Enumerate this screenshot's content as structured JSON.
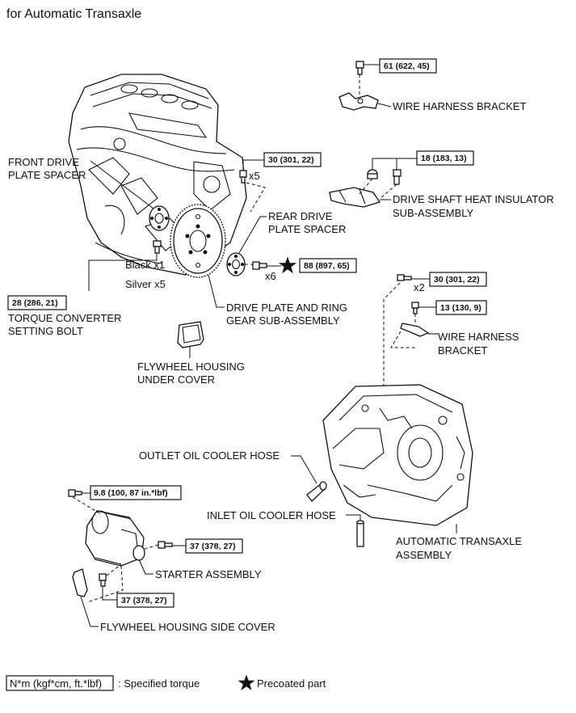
{
  "title": "for Automatic Transaxle",
  "labels": {
    "front_drive_plate_spacer": [
      "FRONT DRIVE",
      "PLATE SPACER"
    ],
    "wire_harness_bracket_top": [
      "WIRE HARNESS BRACKET"
    ],
    "drive_shaft_heat_insulator": [
      "DRIVE SHAFT HEAT INSULATOR",
      "SUB-ASSEMBLY"
    ],
    "rear_drive_plate_spacer": [
      "REAR DRIVE",
      "PLATE SPACER"
    ],
    "torque_converter_setting_bolt": [
      "TORQUE CONVERTER",
      "SETTING BOLT"
    ],
    "drive_plate_ring_gear": [
      "DRIVE PLATE AND RING",
      "GEAR SUB-ASSEMBLY"
    ],
    "wire_harness_bracket_mid": [
      "WIRE HARNESS",
      "BRACKET"
    ],
    "flywheel_housing_under_cover": [
      "FLYWHEEL HOUSING",
      "UNDER COVER"
    ],
    "outlet_oil_cooler_hose": [
      "OUTLET OIL COOLER HOSE"
    ],
    "inlet_oil_cooler_hose": [
      "INLET OIL COOLER HOSE"
    ],
    "automatic_transaxle_assembly": [
      "AUTOMATIC TRANSAXLE",
      "ASSEMBLY"
    ],
    "starter_assembly": [
      "STARTER ASSEMBLY"
    ],
    "flywheel_housing_side_cover": [
      "FLYWHEEL HOUSING SIDE COVER"
    ]
  },
  "quantities": {
    "x5": "x5",
    "x6": "x6",
    "x2": "x2",
    "black_x1": "Black x1",
    "silver_x5": "Silver x5"
  },
  "torques": {
    "t61": "61 (622, 45)",
    "t30a": "30 (301, 22)",
    "t18": "18 (183, 13)",
    "t88": "88 (897, 65)",
    "t28": "28 (286, 21)",
    "t30b": "30 (301, 22)",
    "t13": "13 (130, 9)",
    "t98": "9.8 (100, 87 in.*lbf)",
    "t37a": "37 (378, 27)",
    "t37b": "37 (378, 27)"
  },
  "legend": {
    "unit_box": "N*m (kgf*cm, ft.*lbf)",
    "unit_text": ": Specified torque",
    "precoated_text": "Precoated part",
    "star_icon": "star-icon"
  }
}
